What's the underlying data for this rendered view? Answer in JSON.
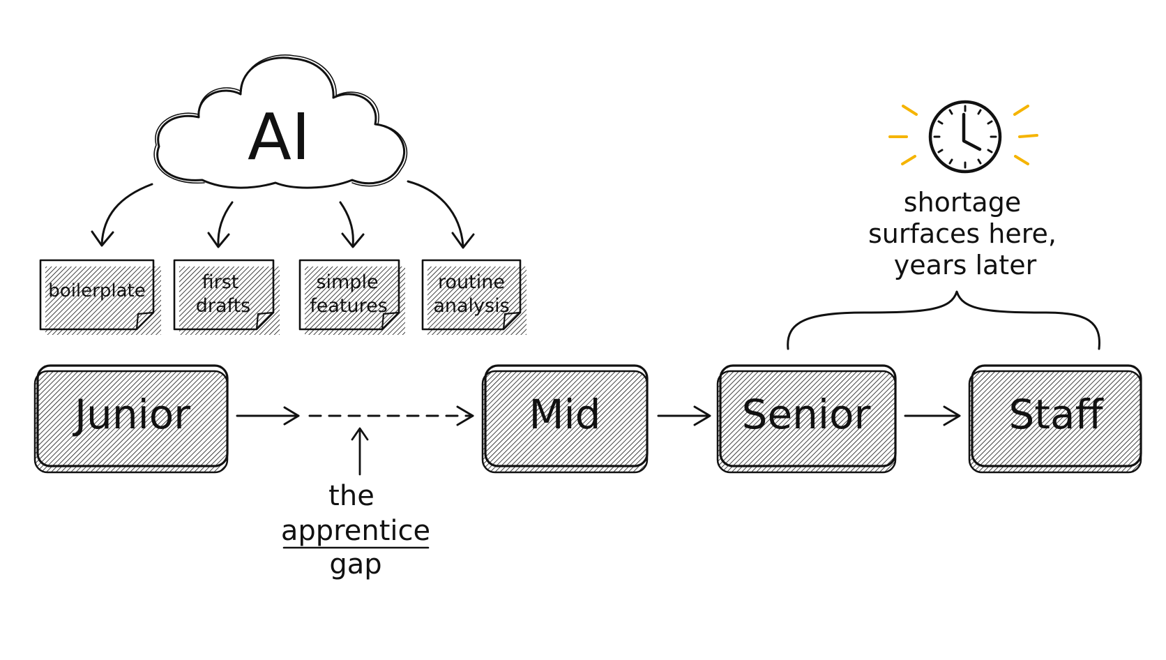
{
  "cloud": {
    "label": "AI"
  },
  "tasks": [
    {
      "lines": [
        "boilerplate"
      ]
    },
    {
      "lines": [
        "first",
        "drafts"
      ]
    },
    {
      "lines": [
        "simple",
        "features"
      ]
    },
    {
      "lines": [
        "routine",
        "analysis"
      ]
    }
  ],
  "stages": [
    {
      "label": "Junior"
    },
    {
      "label": "Mid"
    },
    {
      "label": "Senior"
    },
    {
      "label": "Staff"
    }
  ],
  "gap_note": {
    "line1": "the",
    "line2": "apprentice",
    "line3": "gap"
  },
  "shortage_note": {
    "line1": "shortage",
    "line2": "surfaces here,",
    "line3": "years later"
  },
  "colors": {
    "ink": "#111111",
    "accent": "#f5b400",
    "background": "#ffffff"
  },
  "icons": {
    "clock": "clock-icon"
  }
}
